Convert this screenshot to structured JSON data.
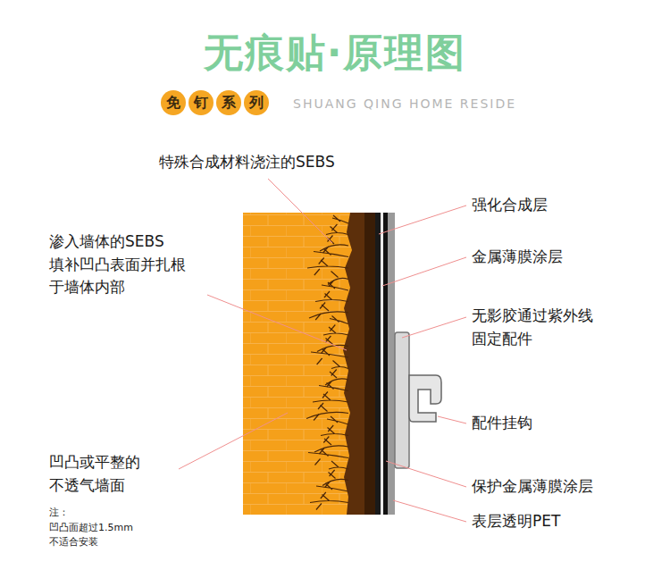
{
  "diagram": {
    "title": "无痕贴·原理图",
    "nodes": [
      {
        "text": [
          "免"
        ]
      },
      {
        "text": [
          "钉"
        ]
      },
      {
        "text": [
          "系"
        ]
      },
      {
        "text": [
          "列"
        ]
      }
    ],
    "labels": [
      "SHUANG QING HOME RESIDE",
      "特殊合成材料浇注的SEBS",
      "渗入墙体的SEBS 填补凹凸表面并扎根 于墙体内部",
      "凹凸或平整的 不透气墙面",
      "注：凹凸面超过1.5mm 不适合安装",
      "强化合成层",
      "金属薄膜涂层",
      "无影胶通过紫外线 固定配件",
      "配件挂钩",
      "保护金属薄膜涂层",
      "表层透明PET"
    ]
  }
}
